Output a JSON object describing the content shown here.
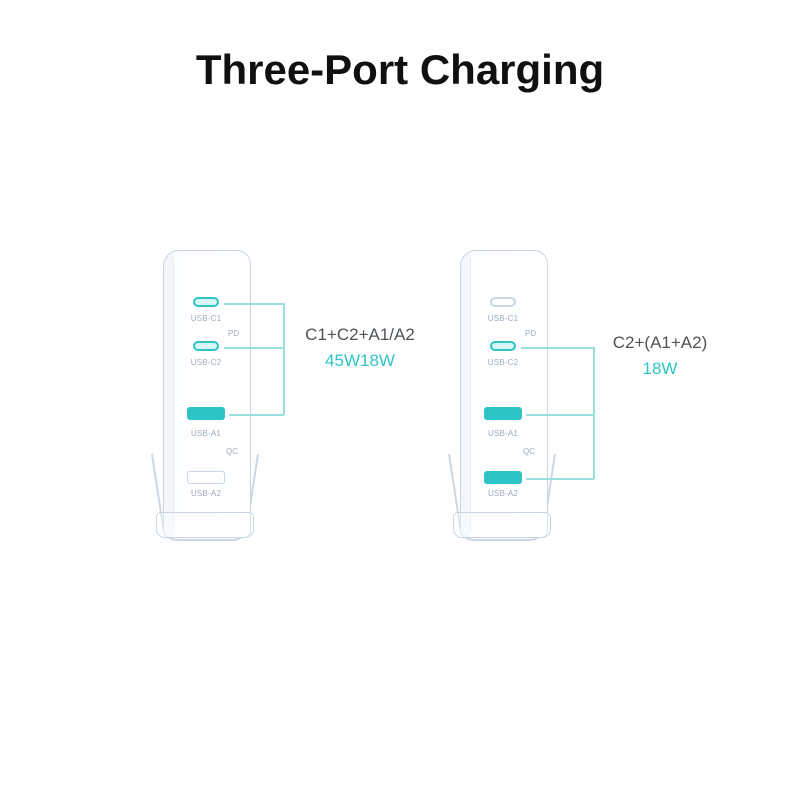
{
  "title": "Three-Port Charging",
  "colors": {
    "accent": "#2ec4c6",
    "line": "#9adedd",
    "outline": "#c9d5e3",
    "label": "#9fabbd",
    "text": "#4d5359"
  },
  "chargers": [
    {
      "side": "left",
      "pd": "PD",
      "qc": "QC",
      "ports": [
        {
          "label": "USB-C1",
          "type": "usb-c",
          "active": true
        },
        {
          "label": "USB-C2",
          "type": "usb-c",
          "active": true
        },
        {
          "label": "USB-A1",
          "type": "usb-a",
          "active": true
        },
        {
          "label": "USB-A2",
          "type": "usb-a",
          "active": false
        }
      ],
      "callout": {
        "combo": "C1+C2+A1/A2",
        "watts": "45W18W"
      }
    },
    {
      "side": "right",
      "pd": "PD",
      "qc": "QC",
      "ports": [
        {
          "label": "USB-C1",
          "type": "usb-c",
          "active": false
        },
        {
          "label": "USB-C2",
          "type": "usb-c",
          "active": true
        },
        {
          "label": "USB-A1",
          "type": "usb-a",
          "active": true
        },
        {
          "label": "USB-A2",
          "type": "usb-a",
          "active": true
        }
      ],
      "callout": {
        "combo": "C2+(A1+A2)",
        "watts": "18W"
      }
    }
  ]
}
